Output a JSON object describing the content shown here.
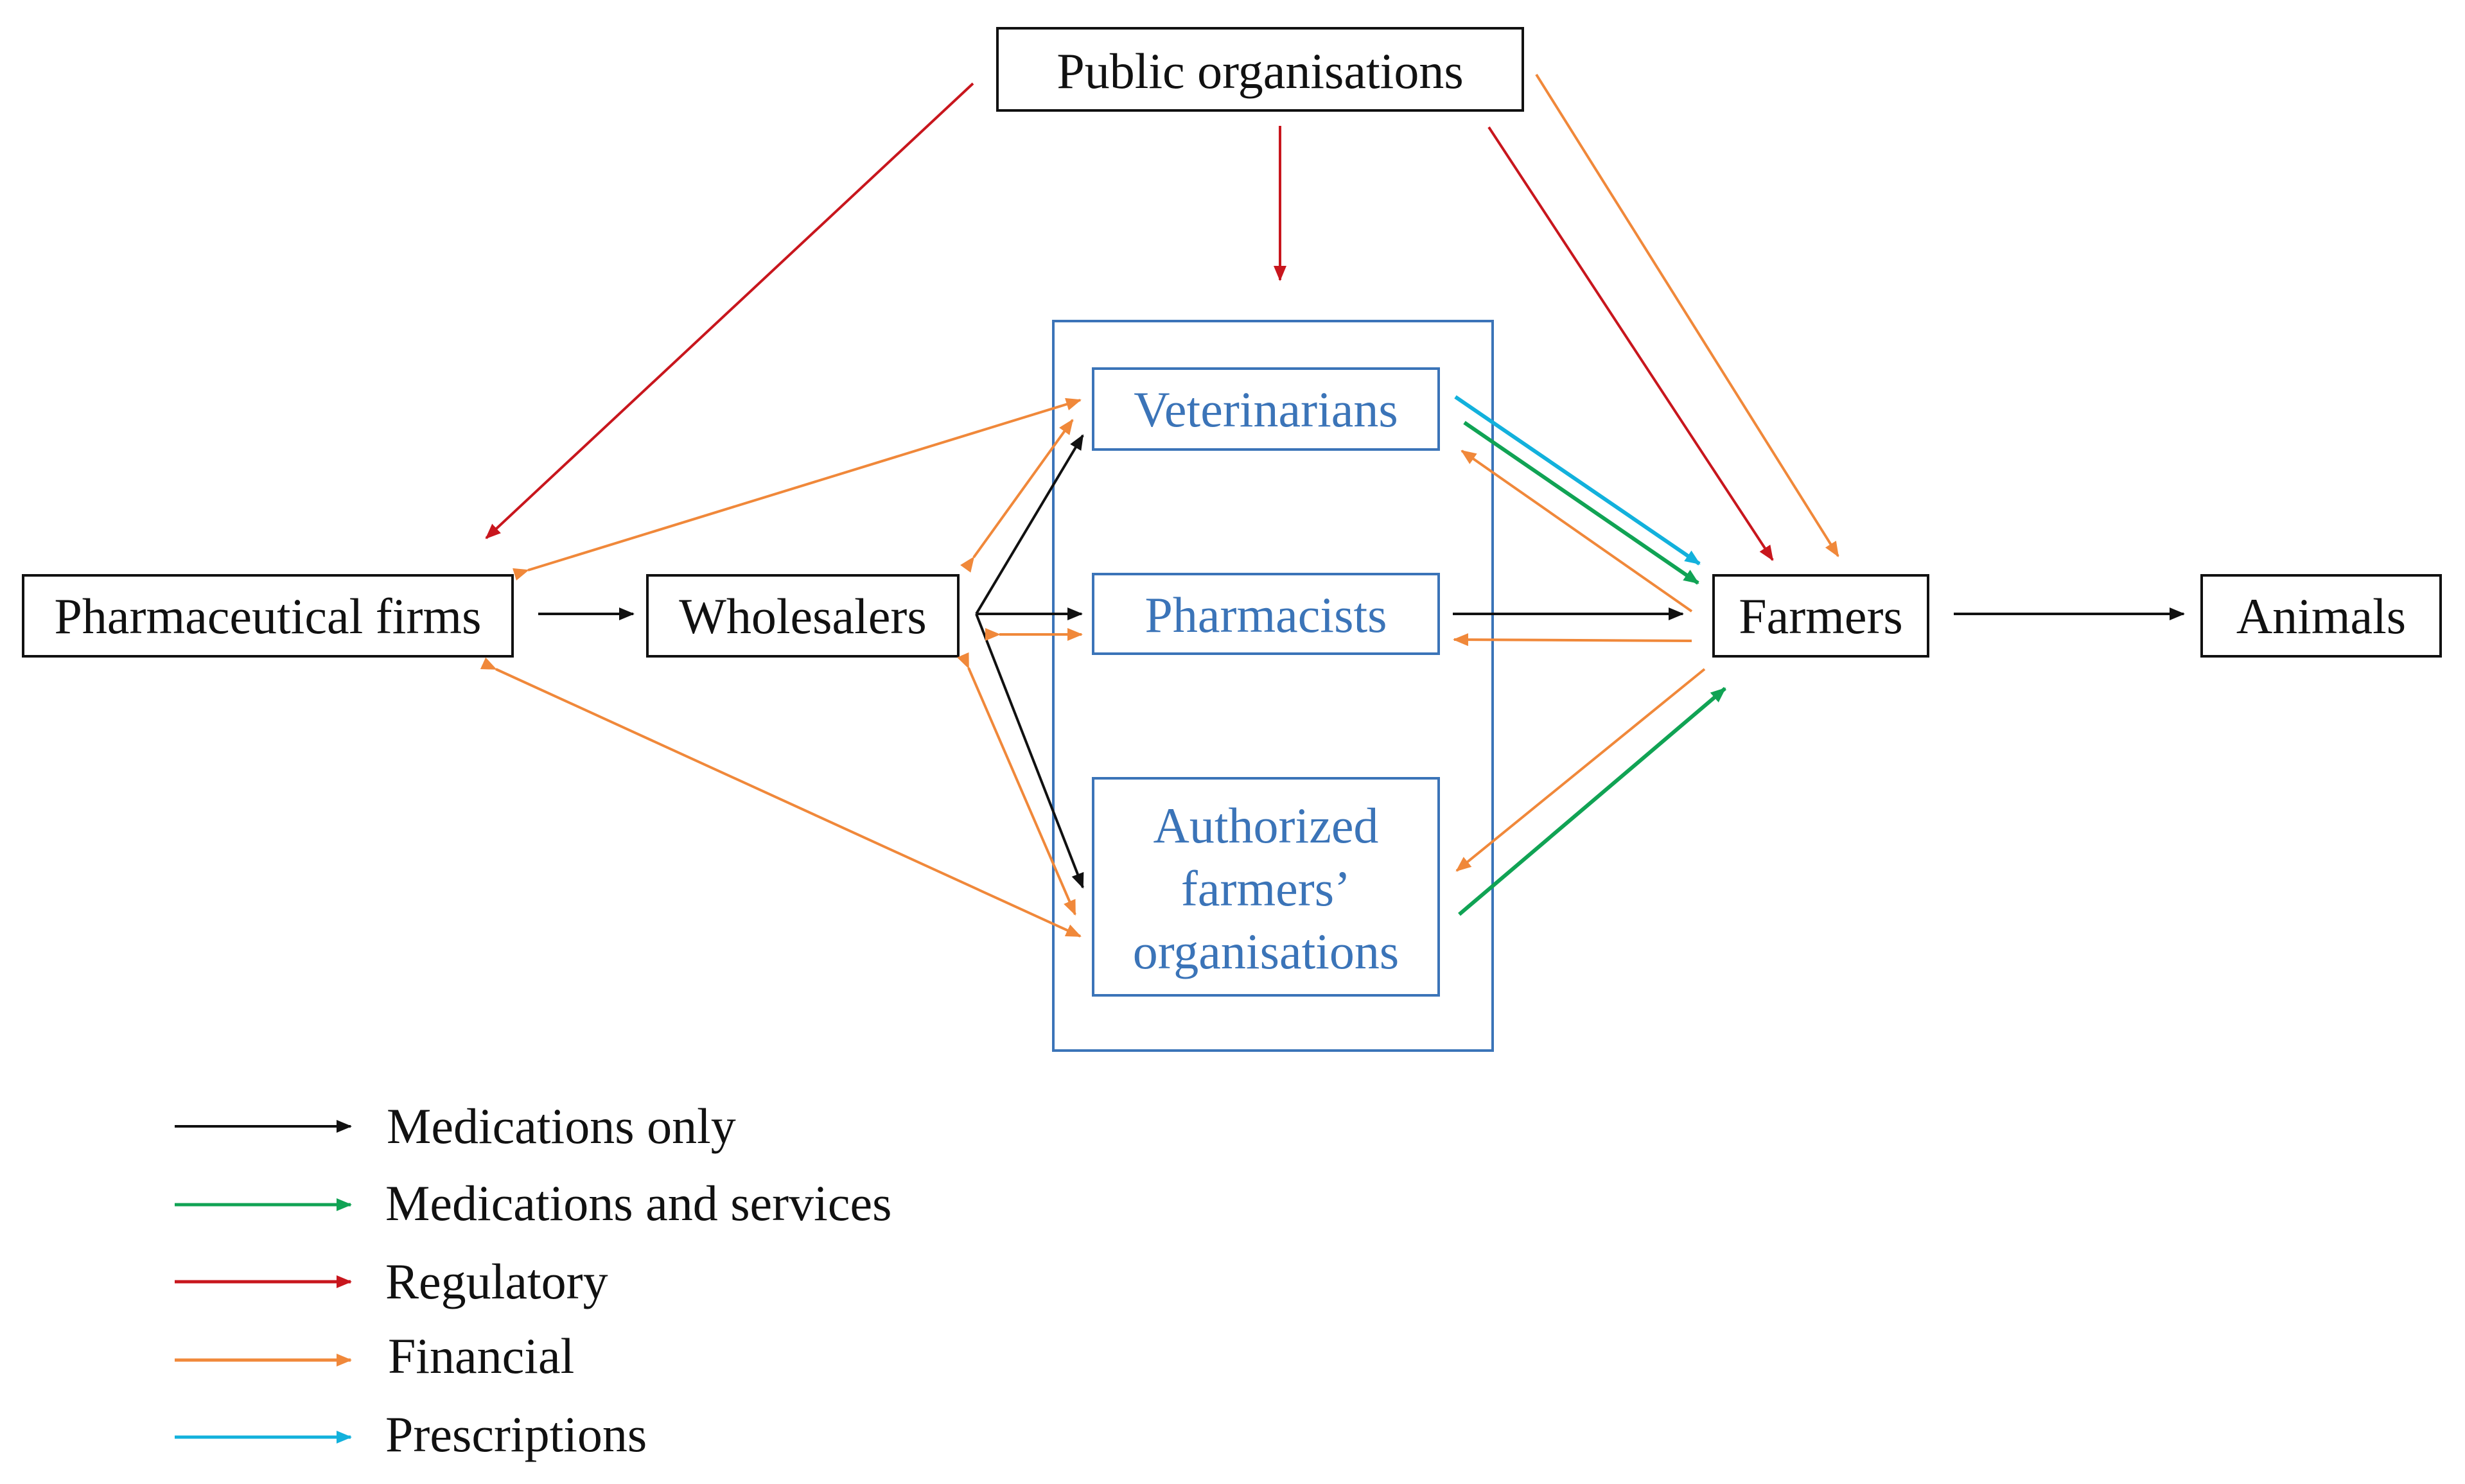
{
  "colors": {
    "medications_only": "#111111",
    "medications_and_services": "#10a354",
    "regulatory": "#c8161d",
    "financial": "#f0883a",
    "prescriptions": "#12b1dc",
    "inner_box": "#3b74b8",
    "inner_text": "#3b74b8",
    "outer_text": "#111111"
  },
  "nodes": {
    "public_organisations": {
      "label": "Public organisations"
    },
    "pharmaceutical_firms": {
      "label": "Pharmaceutical firms"
    },
    "wholesalers": {
      "label": "Wholesalers"
    },
    "veterinarians": {
      "label": "Veterinarians"
    },
    "pharmacists": {
      "label": "Pharmacists"
    },
    "authorized_farmers_organisations": {
      "label_lines": [
        "Authorized",
        "farmers’",
        "organisations"
      ]
    },
    "farmers": {
      "label": "Farmers"
    },
    "animals": {
      "label": "Animals"
    }
  },
  "legend": {
    "items": [
      {
        "key": "medications_only",
        "label": "Medications only"
      },
      {
        "key": "medications_and_services",
        "label": "Medications and services"
      },
      {
        "key": "regulatory",
        "label": "Regulatory"
      },
      {
        "key": "financial",
        "label": "Financial"
      },
      {
        "key": "prescriptions",
        "label": "Prescriptions"
      }
    ]
  },
  "flows": [
    {
      "name": "pharma-to-wholesalers",
      "type": "medications_only",
      "from": "Pharmaceutical firms",
      "to": "Wholesalers"
    },
    {
      "name": "wholesalers-to-veterinarians",
      "type": "medications_only",
      "from": "Wholesalers",
      "to": "Veterinarians"
    },
    {
      "name": "wholesalers-to-pharmacists",
      "type": "medications_only",
      "from": "Wholesalers",
      "to": "Pharmacists"
    },
    {
      "name": "wholesalers-to-afo",
      "type": "medications_only",
      "from": "Wholesalers",
      "to": "Authorized farmers’ organisations"
    },
    {
      "name": "pharmacists-to-farmers",
      "type": "medications_only",
      "from": "Pharmacists",
      "to": "Farmers"
    },
    {
      "name": "farmers-to-animals",
      "type": "medications_only",
      "from": "Farmers",
      "to": "Animals"
    },
    {
      "name": "veterinarians-to-farmers-services",
      "type": "medications_and_services",
      "from": "Veterinarians",
      "to": "Farmers"
    },
    {
      "name": "afo-to-farmers-services",
      "type": "medications_and_services",
      "from": "Authorized farmers’ organisations",
      "to": "Farmers"
    },
    {
      "name": "veterinarians-to-farmers-prescriptions",
      "type": "prescriptions",
      "from": "Veterinarians",
      "to": "Farmers"
    },
    {
      "name": "public-to-pharma",
      "type": "regulatory",
      "from": "Public organisations",
      "to": "Pharmaceutical firms"
    },
    {
      "name": "public-to-distributors",
      "type": "regulatory",
      "from": "Public organisations",
      "to": "Distributors group"
    },
    {
      "name": "public-to-farmers",
      "type": "regulatory",
      "from": "Public organisations",
      "to": "Farmers"
    },
    {
      "name": "public-to-farmers-financial",
      "type": "financial",
      "from": "Public organisations",
      "to": "Farmers"
    },
    {
      "name": "veterinarians-pharma-financial",
      "type": "financial",
      "from": "Veterinarians",
      "to": "Pharmaceutical firms"
    },
    {
      "name": "pharma-afo-financial",
      "type": "financial",
      "from": "Pharmaceutical firms",
      "to": "Authorized farmers’ organisations"
    },
    {
      "name": "wholesalers-veterinarians-financial",
      "type": "financial",
      "from": "Wholesalers",
      "to": "Veterinarians"
    },
    {
      "name": "wholesalers-pharmacists-financial",
      "type": "financial",
      "from": "Wholesalers",
      "to": "Pharmacists"
    },
    {
      "name": "wholesalers-afo-financial",
      "type": "financial",
      "from": "Wholesalers",
      "to": "Authorized farmers’ organisations"
    },
    {
      "name": "farmers-to-veterinarians-financial",
      "type": "financial",
      "from": "Farmers",
      "to": "Veterinarians"
    },
    {
      "name": "farmers-to-pharmacists-financial",
      "type": "financial",
      "from": "Farmers",
      "to": "Pharmacists"
    },
    {
      "name": "farmers-to-afo-financial",
      "type": "financial",
      "from": "Farmers",
      "to": "Authorized farmers’ organisations"
    }
  ]
}
